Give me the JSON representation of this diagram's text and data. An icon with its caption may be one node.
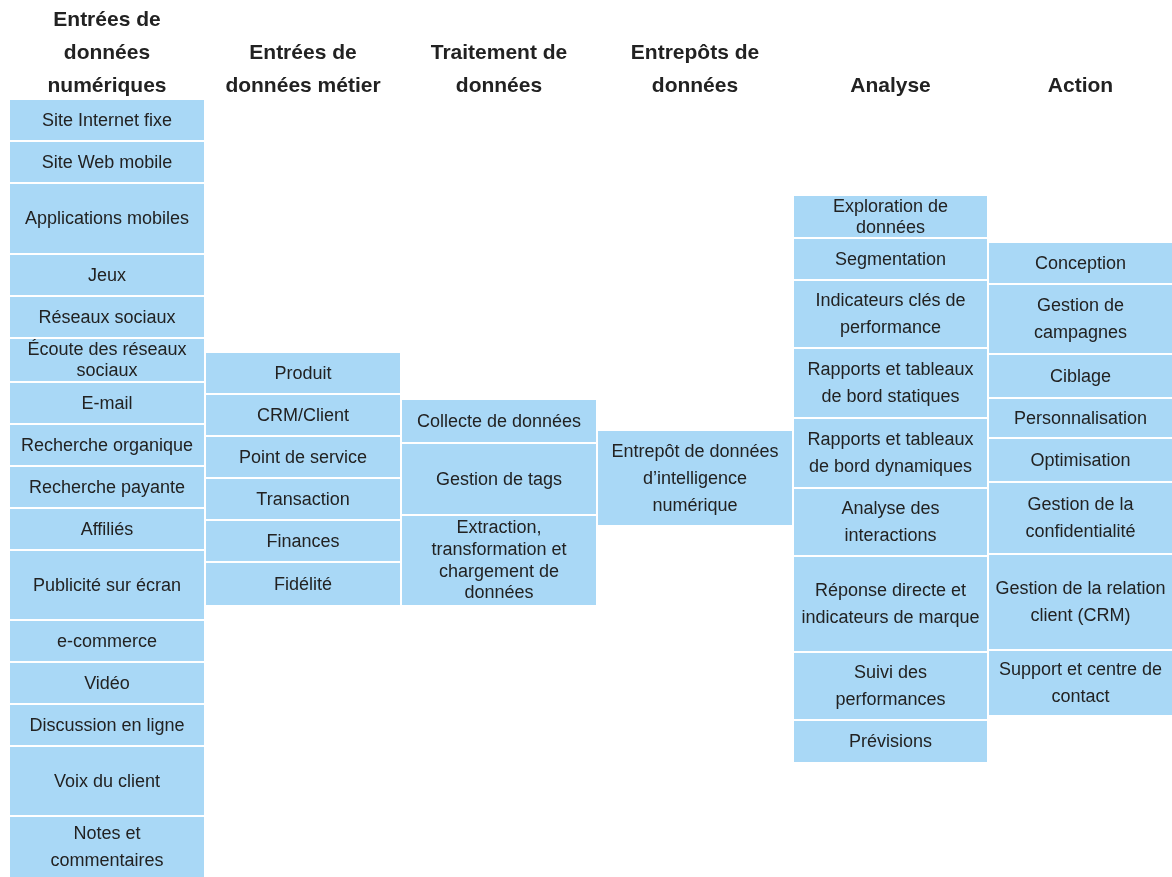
{
  "diagram": {
    "nodes": [
      {
        "text": [
          "Site Internet fixe"
        ]
      },
      {
        "text": [
          "Site Web mobile"
        ]
      },
      {
        "text": [
          "Applications mobiles"
        ]
      },
      {
        "text": [
          "Jeux"
        ]
      },
      {
        "text": [
          "Réseaux sociaux"
        ]
      },
      {
        "text": [
          "Écoute des réseaux sociaux"
        ]
      },
      {
        "text": [
          "E-mail"
        ]
      },
      {
        "text": [
          "Recherche organique"
        ]
      },
      {
        "text": [
          "Recherche payante"
        ]
      },
      {
        "text": [
          "Affiliés"
        ]
      },
      {
        "text": [
          "Publicité sur écran"
        ]
      },
      {
        "text": [
          "e-commerce"
        ]
      },
      {
        "text": [
          "Vidéo"
        ]
      },
      {
        "text": [
          "Discussion en ligne"
        ]
      },
      {
        "text": [
          "Voix du client"
        ]
      },
      {
        "text": [
          "Notes et commentaires"
        ]
      },
      {
        "text": [
          "Produit"
        ]
      },
      {
        "text": [
          "CRM/Client"
        ]
      },
      {
        "text": [
          "Point de service"
        ]
      },
      {
        "text": [
          "Transaction"
        ]
      },
      {
        "text": [
          "Finances"
        ]
      },
      {
        "text": [
          "Fidélité"
        ]
      },
      {
        "text": [
          "Collecte de données"
        ]
      },
      {
        "text": [
          "Gestion de tags"
        ]
      },
      {
        "text": [
          "Extraction, transformation et chargement de données"
        ]
      },
      {
        "text": [
          "Entrepôt de données d’intelligence numérique"
        ]
      },
      {
        "text": [
          "Exploration de données"
        ]
      },
      {
        "text": [
          "Segmentation"
        ]
      },
      {
        "text": [
          "Indicateurs clés de performance"
        ]
      },
      {
        "text": [
          "Rapports et tableaux de bord statiques"
        ]
      },
      {
        "text": [
          "Rapports et tableaux de bord dynamiques"
        ]
      },
      {
        "text": [
          "Analyse des interactions"
        ]
      },
      {
        "text": [
          "Réponse directe et indicateurs de marque"
        ]
      },
      {
        "text": [
          "Suivi des performances"
        ]
      },
      {
        "text": [
          "Prévisions"
        ]
      },
      {
        "text": [
          "Conception"
        ]
      },
      {
        "text": [
          "Gestion de campagnes"
        ]
      },
      {
        "text": [
          "Ciblage"
        ]
      },
      {
        "text": [
          "Personnalisation"
        ]
      },
      {
        "text": [
          "Optimisation"
        ]
      },
      {
        "text": [
          "Gestion de la confidentialité"
        ]
      },
      {
        "text": [
          "Gestion de la relation client (CRM)"
        ]
      },
      {
        "text": [
          "Support et centre de contact"
        ]
      }
    ],
    "edges": [],
    "labels": [
      "Entrées de données numériques",
      "Entrées de données métier",
      "Traitement de données",
      "Entrepôts de données",
      "Analyse",
      "Action"
    ]
  }
}
